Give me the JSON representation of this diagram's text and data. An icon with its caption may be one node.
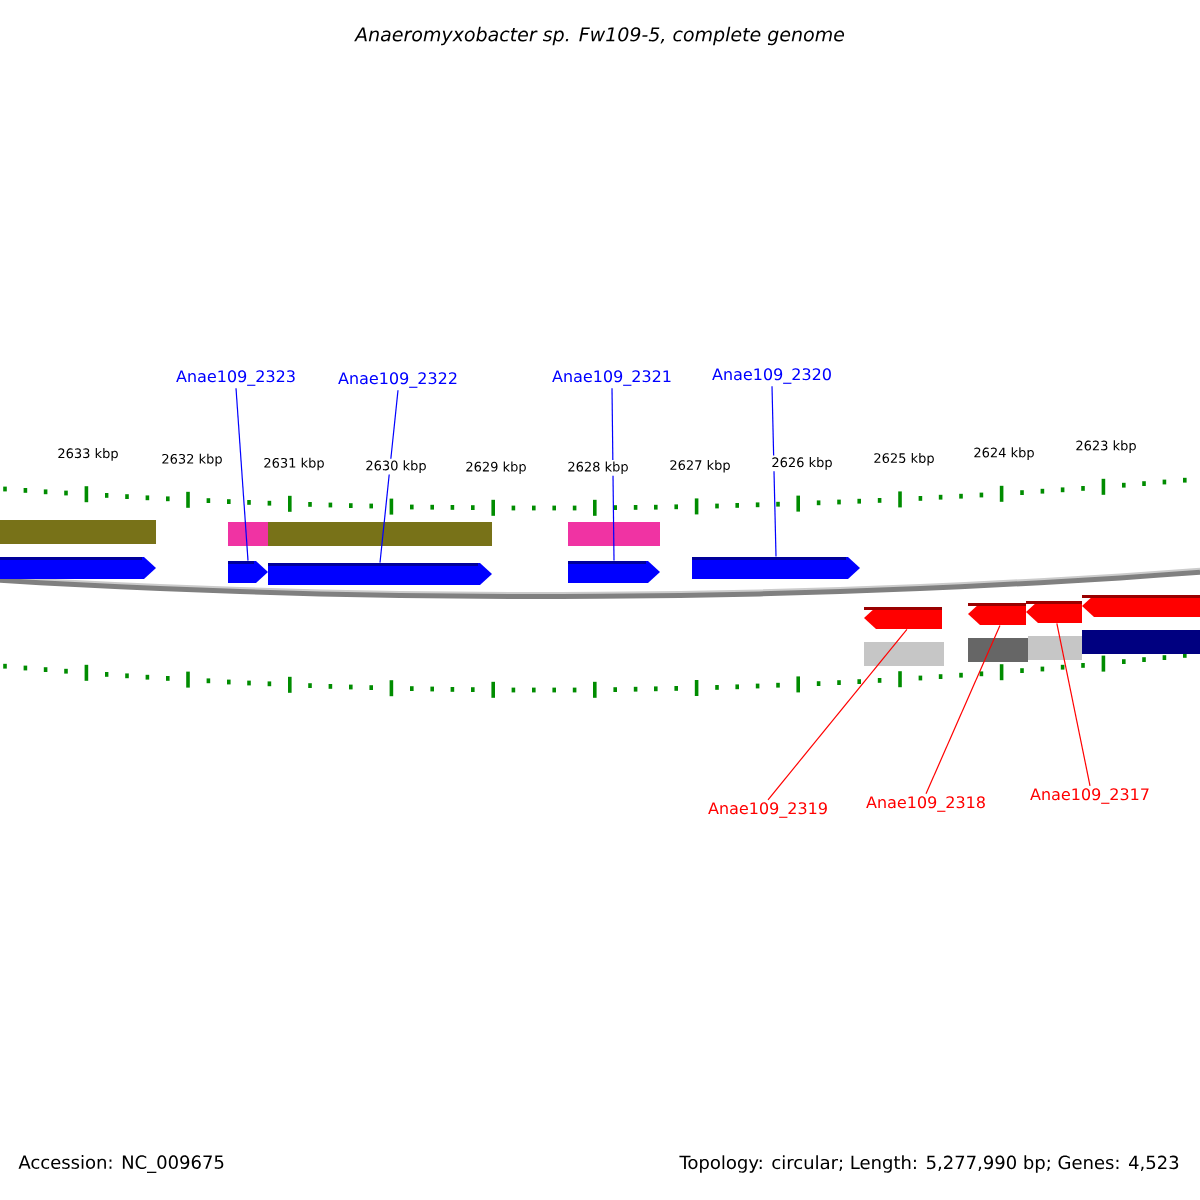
{
  "diagram": {
    "title": "Anaeromyxobacter sp. Fw109-5, complete genome",
    "nodes": [
      {
        "text": [
          "Anae109_2323"
        ]
      },
      {
        "text": [
          "Anae109_2322"
        ]
      },
      {
        "text": [
          "Anae109_2321"
        ]
      },
      {
        "text": [
          "Anae109_2320"
        ]
      },
      {
        "text": [],
        "shape": "arrow"
      },
      {
        "text": [],
        "shape": "arrow"
      },
      {
        "text": [],
        "shape": "arrow"
      },
      {
        "text": [],
        "shape": "arrow"
      },
      {
        "text": [],
        "shape": "arrow"
      },
      {
        "text": [],
        "shape": "arrow"
      },
      {
        "text": [],
        "shape": "arrow"
      },
      {
        "text": [],
        "shape": "arrow"
      },
      {
        "text": [],
        "shape": "arrow"
      },
      {
        "text": [
          "Anae109_2319"
        ]
      },
      {
        "text": [
          "Anae109_2318"
        ]
      },
      {
        "text": [
          "Anae109_2317"
        ]
      }
    ],
    "edges": [
      {
        "from": 0,
        "to": 5,
        "arrow": "none",
        "color": "#0000ff"
      },
      {
        "from": 1,
        "to": 6,
        "arrow": "none",
        "color": "#0000ff"
      },
      {
        "from": 2,
        "to": 7,
        "arrow": "none",
        "color": "#0000ff"
      },
      {
        "from": 3,
        "to": 8,
        "arrow": "none",
        "color": "#0000ff"
      },
      {
        "from": 13,
        "to": 9,
        "arrow": "none",
        "color": "#ff0000"
      },
      {
        "from": 14,
        "to": 10,
        "arrow": "none",
        "color": "#ff0000"
      },
      {
        "from": 15,
        "to": 11,
        "arrow": "none",
        "color": "#ff0000"
      }
    ],
    "labels": [
      "2633 kbp",
      "2632 kbp",
      "2631 kbp",
      "2630 kbp",
      "2629 kbp",
      "2628 kbp",
      "2627 kbp",
      "2626 kbp",
      "2625 kbp",
      "2624 kbp",
      "2623 kbp",
      "Accession: NC_009675",
      "Topology: circular; Length: 5,277,990 bp; Genes: 4,523"
    ]
  }
}
